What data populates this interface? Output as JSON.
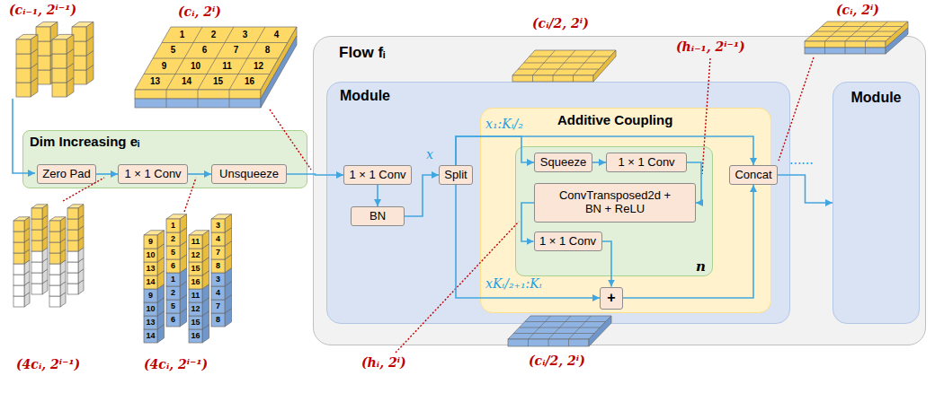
{
  "diagram": {
    "nodes": [
      {
        "text": [
          "Dim Increasing eᵢ"
        ]
      },
      {
        "text": [
          "Zero Pad"
        ],
        "in": 0
      },
      {
        "text": [
          "1 × 1 Conv"
        ],
        "in": 0
      },
      {
        "text": [
          "Unsqueeze"
        ],
        "in": 0
      },
      {
        "text": [
          "Flow fᵢ"
        ]
      },
      {
        "text": [
          "Module"
        ],
        "in": 4
      },
      {
        "text": [
          "1 × 1 Conv"
        ],
        "in": 5
      },
      {
        "text": [
          "BN"
        ],
        "in": 5
      },
      {
        "text": [
          "Split"
        ],
        "in": 5
      },
      {
        "text": [
          "Additive Coupling"
        ],
        "in": 5
      },
      {
        "text": [
          "n"
        ],
        "in": 9
      },
      {
        "text": [
          "Squeeze"
        ],
        "in": 10
      },
      {
        "text": [
          "1 × 1 Conv"
        ],
        "in": 10
      },
      {
        "text": [
          "ConvTransposed2d + BN + ReLU"
        ],
        "in": 10
      },
      {
        "text": [
          "1 × 1 Conv"
        ],
        "in": 10
      },
      {
        "text": [
          "+"
        ],
        "in": 9
      },
      {
        "text": [
          "Concat"
        ],
        "in": 5
      },
      {
        "text": [
          "Module"
        ],
        "in": 4
      }
    ],
    "edges": [
      {
        "from": 1,
        "to": 2,
        "arrow": "to"
      },
      {
        "from": 2,
        "to": 3,
        "arrow": "to"
      },
      {
        "from": 3,
        "to": 6,
        "arrow": "to"
      },
      {
        "from": 6,
        "to": 7,
        "arrow": "to"
      },
      {
        "from": 7,
        "to": 8,
        "arrow": "to",
        "label": "x"
      },
      {
        "from": 8,
        "to": 16,
        "arrow": "to",
        "label": "x₁:Kᵢ/₂"
      },
      {
        "from": 8,
        "to": 11,
        "arrow": "to"
      },
      {
        "from": 11,
        "to": 12,
        "arrow": "to"
      },
      {
        "from": 12,
        "to": 13,
        "arrow": "to"
      },
      {
        "from": 13,
        "to": 14,
        "arrow": "to"
      },
      {
        "from": 14,
        "to": 15,
        "arrow": "to"
      },
      {
        "from": 8,
        "to": 15,
        "arrow": "to",
        "label": "xKᵢ/₂₊₁:Kᵢ"
      },
      {
        "from": 15,
        "to": 16,
        "arrow": "to"
      },
      {
        "from": 16,
        "to": 17,
        "arrow": "to",
        "label": "......"
      }
    ],
    "labels": [
      "(cᵢ₋₁, 2ⁱ⁻¹)",
      "(cᵢ, 2ⁱ)",
      "1",
      "2",
      "3",
      "4",
      "5",
      "6",
      "7",
      "8",
      "9",
      "10",
      "11",
      "12",
      "13",
      "14",
      "15",
      "16",
      "(4cᵢ, 2ⁱ⁻¹)",
      "9",
      "10",
      "13",
      "14",
      "9",
      "10",
      "13",
      "14",
      "1",
      "2",
      "5",
      "6",
      "1",
      "2",
      "5",
      "6",
      "11",
      "12",
      "15",
      "16",
      "11",
      "12",
      "15",
      "16",
      "3",
      "4",
      "7",
      "8",
      "3",
      "4",
      "7",
      "8",
      "(4cᵢ, 2ⁱ⁻¹)",
      "(cᵢ/2, 2ⁱ)",
      "(hᵢ₋₁, 2ⁱ⁻¹)",
      "(cᵢ, 2ⁱ)",
      "(hᵢ, 2ⁱ)",
      "(cᵢ/2, 2ⁱ)"
    ]
  }
}
